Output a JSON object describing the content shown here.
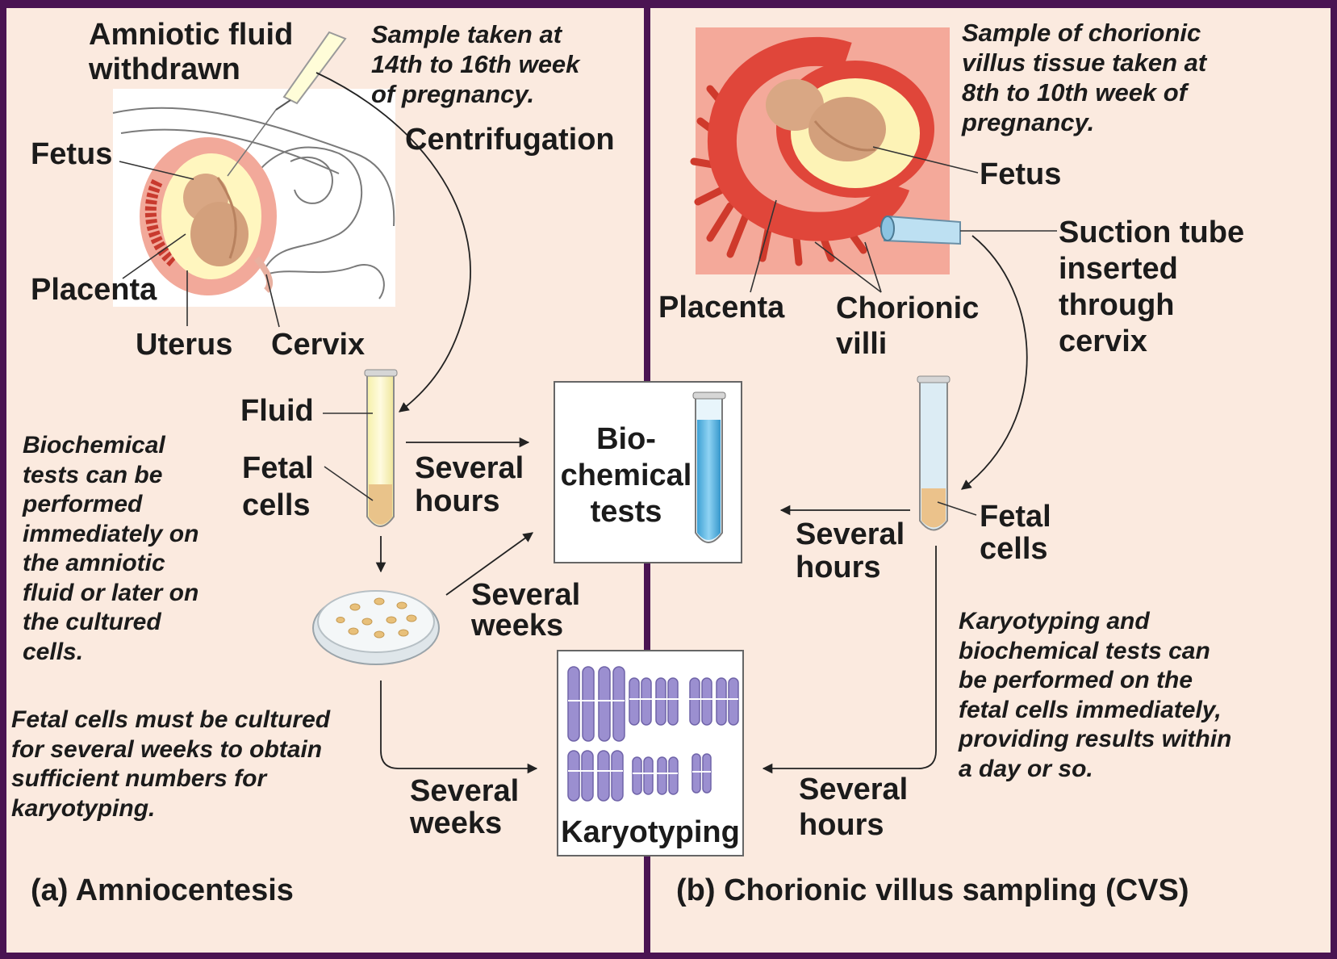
{
  "colors": {
    "frame": "#4a1452",
    "panel": "#fbeadf",
    "placenta": "#e0463a",
    "amnion": "#fdf3b6",
    "fetus": "#d9a784",
    "chromosome": "#9b8fd0",
    "biochem_fluid": "#58b6e2"
  },
  "amnio": {
    "fluid_withdrawn": [
      "Amniotic fluid",
      "withdrawn"
    ],
    "sample_note": [
      "Sample taken at",
      "14th to 16th week",
      "of pregnancy."
    ],
    "centrifugation": "Centrifugation",
    "fetus": "Fetus",
    "placenta": "Placenta",
    "uterus": "Uterus",
    "cervix": "Cervix",
    "fluid": "Fluid",
    "fetal_cells": [
      "Fetal",
      "cells"
    ],
    "biochem_note": [
      "Biochemical",
      "tests can be",
      "performed",
      "immediately on",
      "the amniotic",
      "fluid or later on",
      "the cultured",
      "cells."
    ],
    "several_hours": [
      "Several",
      "hours"
    ],
    "several_weeks_1": [
      "Several",
      "weeks"
    ],
    "culture_note": [
      "Fetal cells must be cultured",
      "for several weeks to obtain",
      "sufficient numbers for",
      "karyotyping."
    ],
    "several_weeks_2": [
      "Several",
      "weeks"
    ],
    "caption": "(a) Amniocentesis"
  },
  "center": {
    "biochem": [
      "Bio-",
      "chemical",
      "tests"
    ],
    "karyotyping": "Karyotyping"
  },
  "cvs": {
    "sample_note": [
      "Sample of chorionic",
      "villus tissue taken at",
      "8th to 10th week of",
      "pregnancy."
    ],
    "fetus": "Fetus",
    "suction": [
      "Suction tube",
      "inserted",
      "through",
      "cervix"
    ],
    "placenta": "Placenta",
    "villi": [
      "Chorionic",
      "villi"
    ],
    "fetal_cells": [
      "Fetal",
      "cells"
    ],
    "several_hours_1": [
      "Several",
      "hours"
    ],
    "karyo_note": [
      "Karyotyping and",
      "biochemical tests can",
      "be performed on the",
      "fetal cells immediately,",
      "providing results within",
      "a day or so."
    ],
    "several_hours_2": [
      "Several",
      "hours"
    ],
    "caption": "(b) Chorionic villus sampling (CVS)"
  },
  "icons": [
    "syringe-icon",
    "test-tube-icon",
    "petri-dish-icon",
    "chromosome-icon",
    "suction-tube-icon"
  ]
}
